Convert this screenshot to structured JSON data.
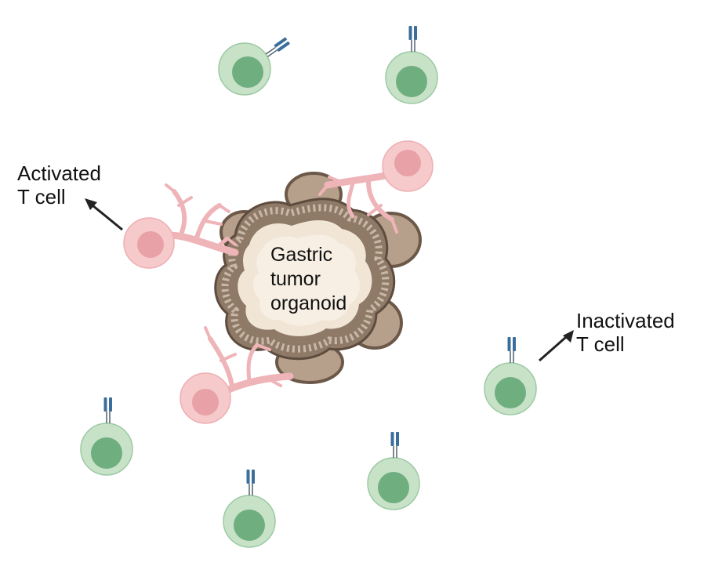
{
  "labels": {
    "activated_line1": "Activated",
    "activated_line2": "T cell",
    "inactivated_line1": "Inactivated",
    "inactivated_line2": "T cell",
    "organoid_line1": "Gastric",
    "organoid_line2": "tumor",
    "organoid_line3": "organoid"
  },
  "colors": {
    "inactive_cell_outer": "#c8e2c8",
    "inactive_cell_nucleus": "#6fae7f",
    "activated_cell_outer": "#f6c9cb",
    "activated_cell_nucleus": "#e8a1a6",
    "receptor": "#3b6e9a",
    "organoid_rim": "#8a7666",
    "organoid_core": "#f1e6d6",
    "arrow": "#222222"
  }
}
